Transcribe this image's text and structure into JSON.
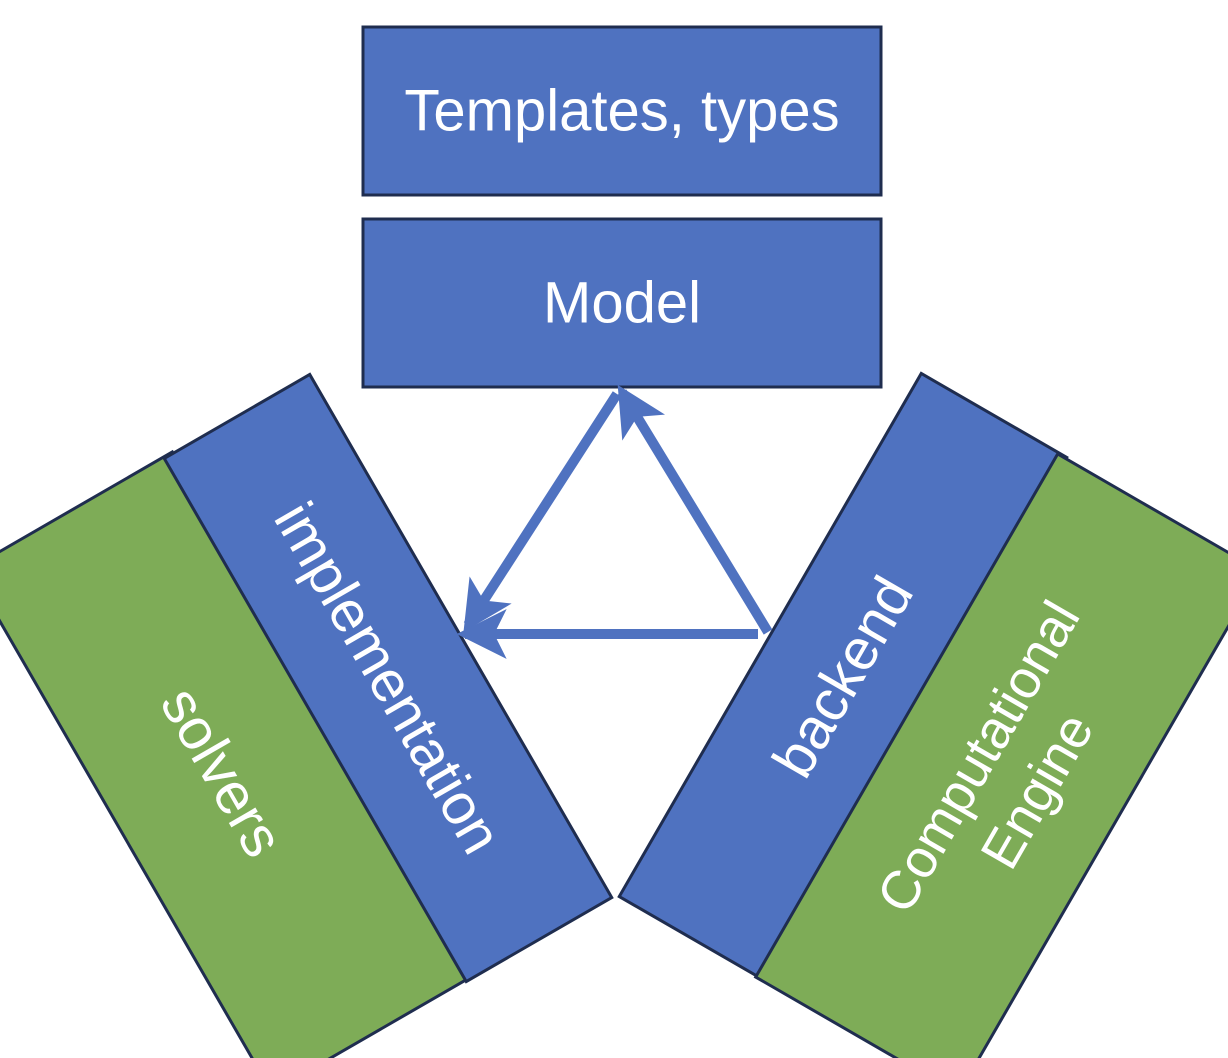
{
  "colors": {
    "blue_box": "#4f72c0",
    "green_box": "#7eac57",
    "outline": "#1f2d4f",
    "arrow": "#4f72c0",
    "text": "#ffffff"
  },
  "boxes": {
    "templates_types": {
      "label": "Templates, types"
    },
    "model": {
      "label": "Model"
    },
    "implementation": {
      "label": "implementation"
    },
    "solvers": {
      "label": "solvers"
    },
    "backend": {
      "label": "backend"
    },
    "computational_engine": {
      "line1": "Computational",
      "line2": "Engine"
    }
  },
  "arrows": [
    {
      "from": "model",
      "to": "implementation"
    },
    {
      "from": "backend",
      "to": "model"
    },
    {
      "from": "backend",
      "to": "implementation"
    }
  ]
}
